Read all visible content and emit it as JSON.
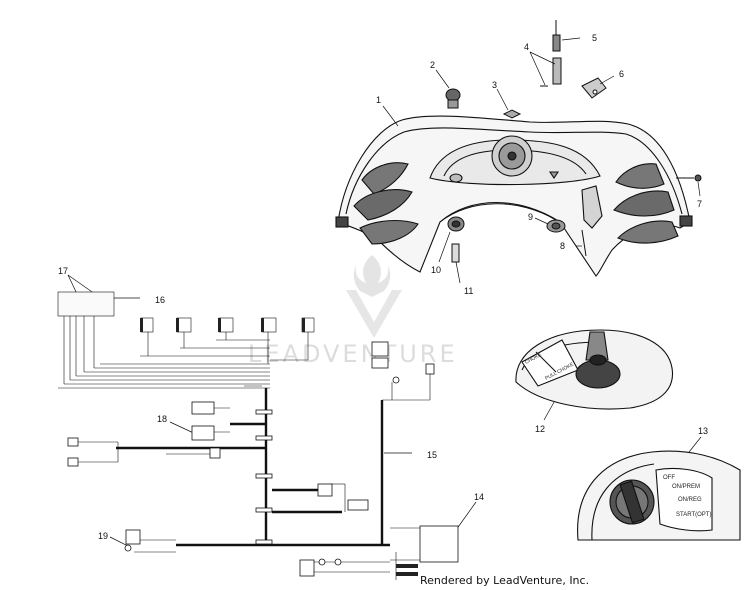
{
  "diagram": {
    "callouts": [
      "1",
      "2",
      "3",
      "4",
      "5",
      "6",
      "7",
      "8",
      "9",
      "10",
      "11",
      "12",
      "13",
      "14",
      "15",
      "16",
      "17",
      "18",
      "19"
    ],
    "switch_labels": {
      "off": "OFF",
      "on_prem": "ON/PREM",
      "on_reg": "ON/REG",
      "start_opt": "START(OPT)"
    },
    "choke_labels": {
      "choke": "CHOKE",
      "pull_choke": "PULL CHOKE"
    },
    "watermark": "LEADVENTURE",
    "footer": "Rendered by LeadVenture, Inc."
  }
}
